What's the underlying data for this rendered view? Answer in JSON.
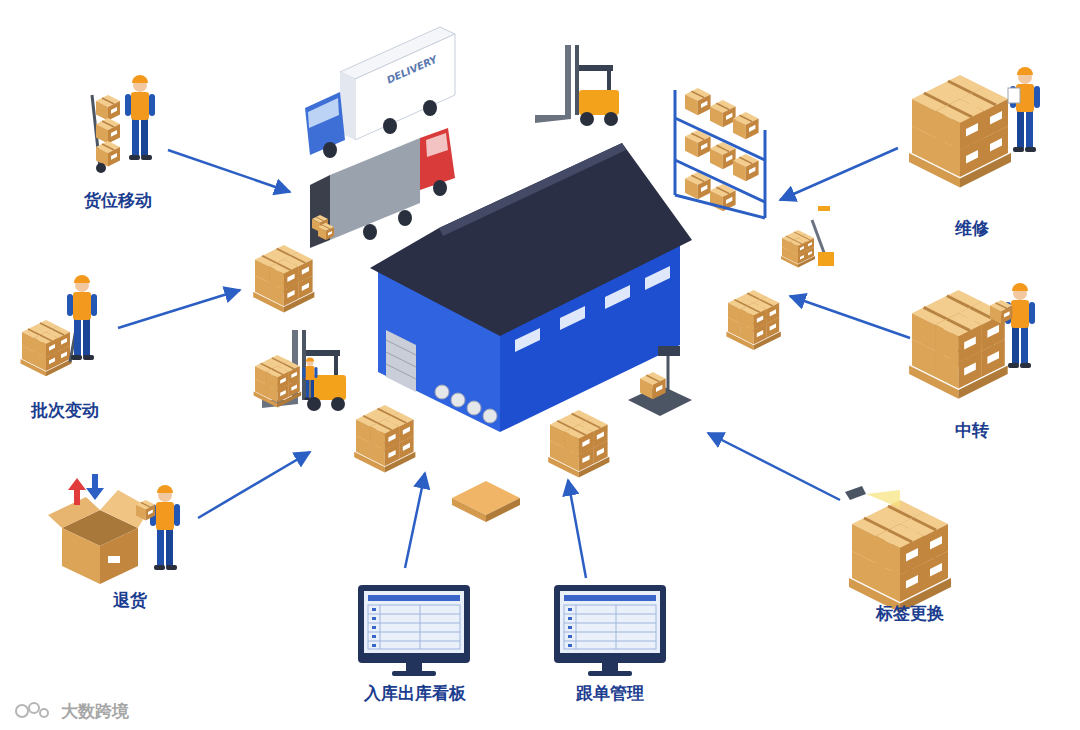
{
  "diagram": {
    "labels": [
      "货位移动",
      "批次变动",
      "退货",
      "入库出库看板",
      "跟单管理",
      "维修",
      "中转",
      "标签更换",
      "DELIVERY",
      "大数跨境"
    ]
  }
}
